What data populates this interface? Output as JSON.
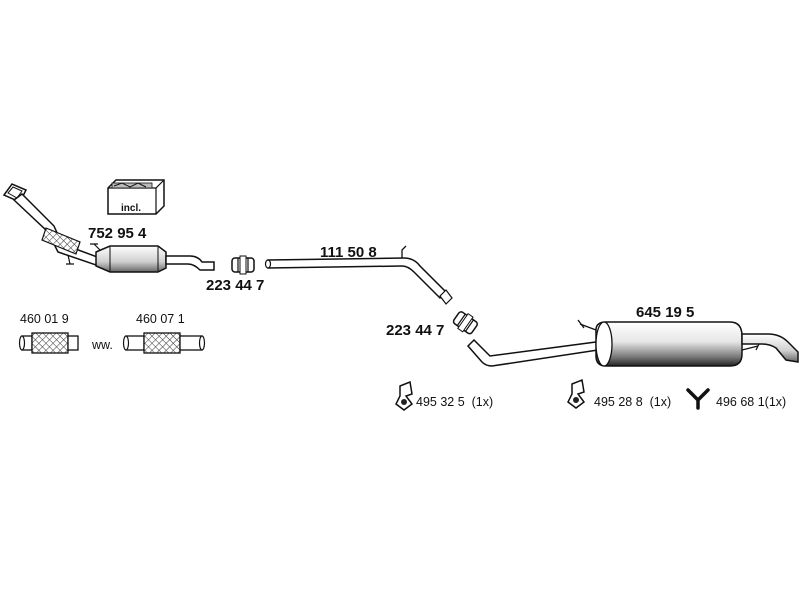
{
  "parts": {
    "catalytic_converter": {
      "number": "752 95 4"
    },
    "kit_box": {
      "label": "incl."
    },
    "clamp_1": {
      "number": "223 44 7"
    },
    "middle_pipe": {
      "number": "111 50 8"
    },
    "clamp_2": {
      "number": "223 44 7"
    },
    "rear_silencer": {
      "number": "645 19 5"
    },
    "flex_pipe_1": {
      "number": "460 01 9"
    },
    "alternative_text": "ww.",
    "flex_pipe_2": {
      "number": "460 07 1"
    },
    "mount_1": {
      "number": "495 32 5",
      "qty": "(1x)"
    },
    "mount_2": {
      "number": "495 28 8",
      "qty": "(1x)"
    },
    "mount_3": {
      "number": "496 68 1",
      "qty": "(1x)"
    }
  }
}
